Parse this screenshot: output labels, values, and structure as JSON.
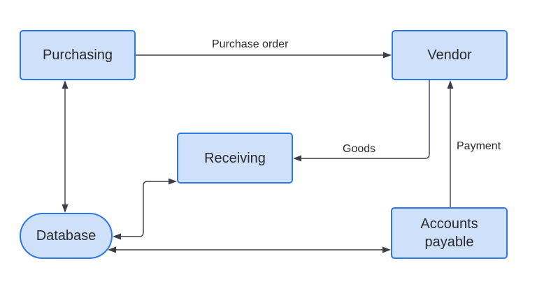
{
  "nodes": {
    "purchasing": "Purchasing",
    "vendor": "Vendor",
    "receiving": "Receiving",
    "database": "Database",
    "accounts_payable_line1": "Accounts",
    "accounts_payable_line2": "payable"
  },
  "edges": {
    "purchase_order": "Purchase order",
    "goods": "Goods",
    "payment": "Payment"
  },
  "colors": {
    "node_fill": "#cfe0fb",
    "node_border": "#2f77e1",
    "connector": "#3a3f47"
  }
}
